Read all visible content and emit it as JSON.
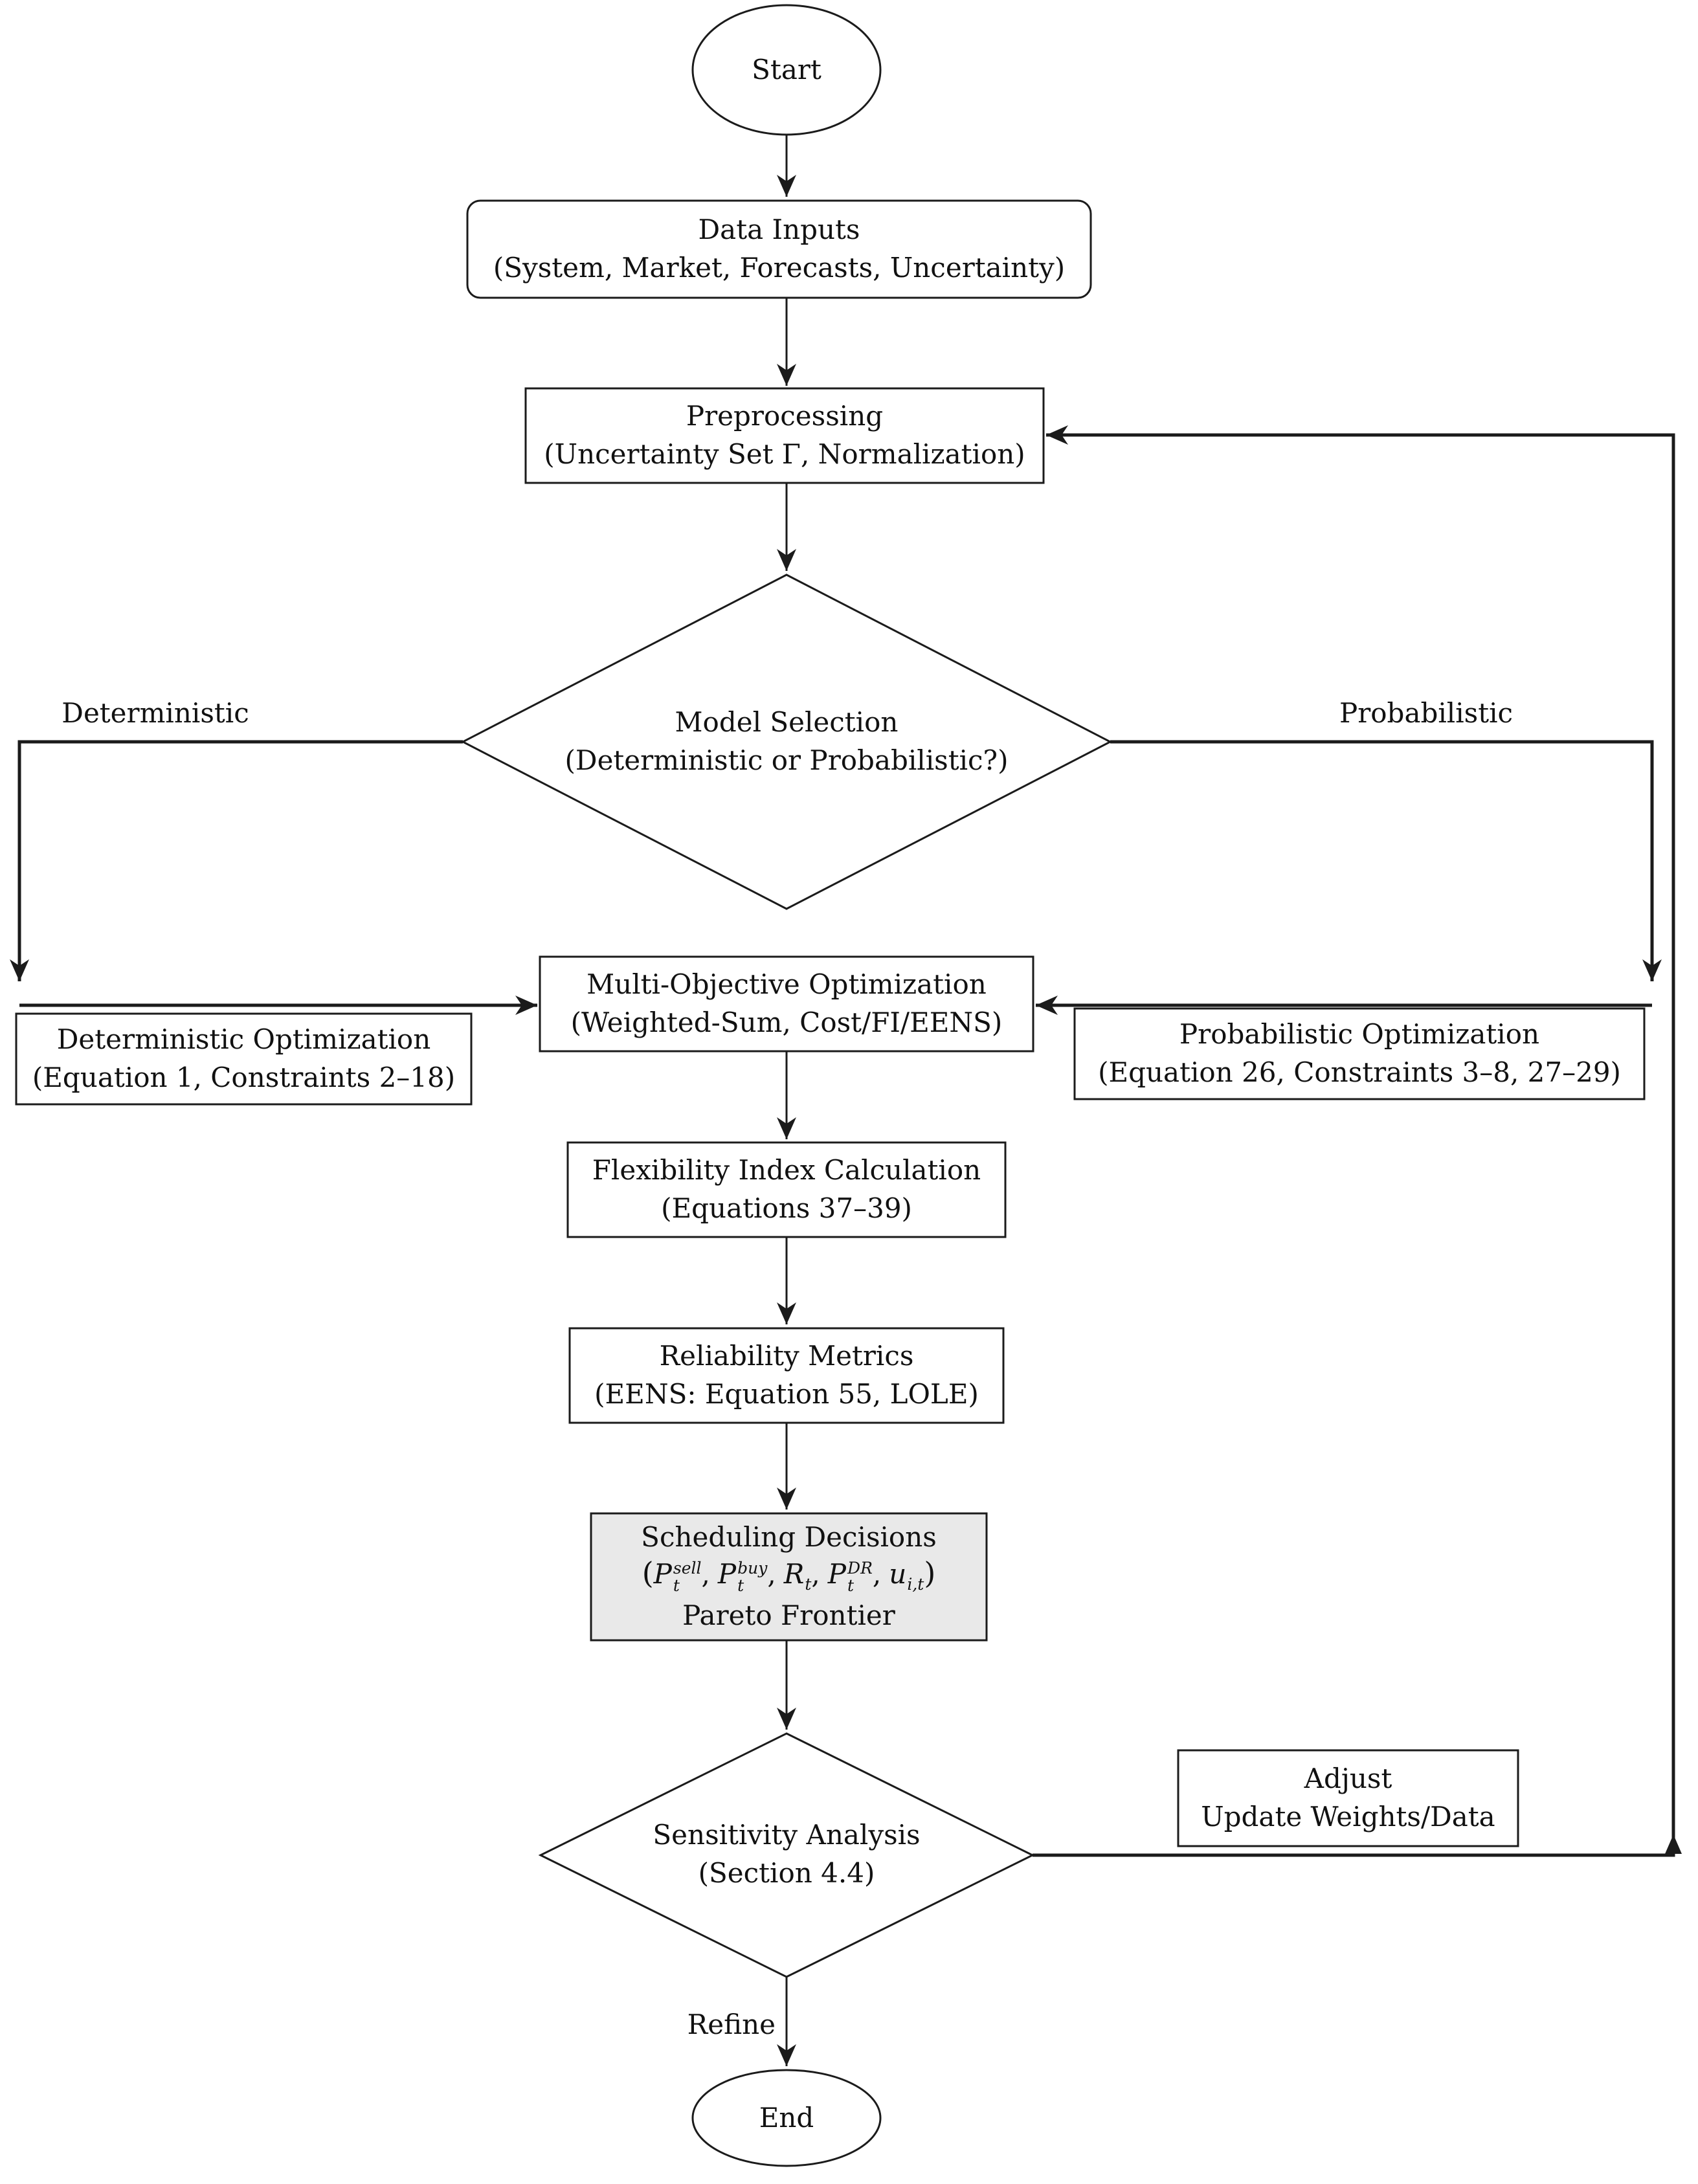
{
  "figure": {
    "type": "flowchart",
    "background": "#ffffff"
  },
  "colors": {
    "stroke": "#1b1b1b",
    "text": "#111111",
    "node_fill": "#ffffff",
    "highlight_fill": "#e9e9e9"
  },
  "nodes": {
    "start": {
      "label": "Start"
    },
    "data_inputs": {
      "line1": "Data Inputs",
      "line2": "(System, Market, Forecasts, Uncertainty)"
    },
    "preprocessing": {
      "line1": "Preprocessing",
      "line2": "(Uncertainty Set Γ, Normalization)"
    },
    "model_selection": {
      "line1": "Model Selection",
      "line2": "(Deterministic or Probabilistic?)"
    },
    "deterministic_opt": {
      "line1": "Deterministic Optimization",
      "line2": "(Equation 1, Constraints 2–18)"
    },
    "probabilistic_opt": {
      "line1": "Probabilistic Optimization",
      "line2": "(Equation 26, Constraints 3–8, 27–29)"
    },
    "multi_objective": {
      "line1": "Multi-Objective Optimization",
      "line2": "(Weighted-Sum, Cost/FI/EENS)"
    },
    "flexibility_index": {
      "line1": "Flexibility Index Calculation",
      "line2": "(Equations 37–39)"
    },
    "reliability_metrics": {
      "line1": "Reliability Metrics",
      "line2": "(EENS: Equation 55, LOLE)"
    },
    "scheduling_decisions": {
      "line1": "Scheduling Decisions",
      "math": {
        "open": "(",
        "P1": "P",
        "P1_sup": "sell",
        "P1_sub": "t",
        "sep1": ",",
        "P2": "P",
        "P2_sup": "buy",
        "P2_sub": "t",
        "sep2": ",",
        "R": "R",
        "R_sub": "t",
        "sep3": ",",
        "P3": "P",
        "P3_sup": "DR",
        "P3_sub": "t",
        "sep4": ",",
        "u": "u",
        "u_sub": "i,t",
        "close": ")"
      },
      "line3": "Pareto Frontier"
    },
    "sensitivity_analysis": {
      "line1": "Sensitivity Analysis",
      "line2": "(Section 4.4)"
    },
    "adjust": {
      "line1": "Adjust",
      "line2": "Update Weights/Data"
    },
    "end": {
      "label": "End"
    }
  },
  "edge_labels": {
    "deterministic": "Deterministic",
    "probabilistic": "Probabilistic",
    "refine": "Refine"
  }
}
